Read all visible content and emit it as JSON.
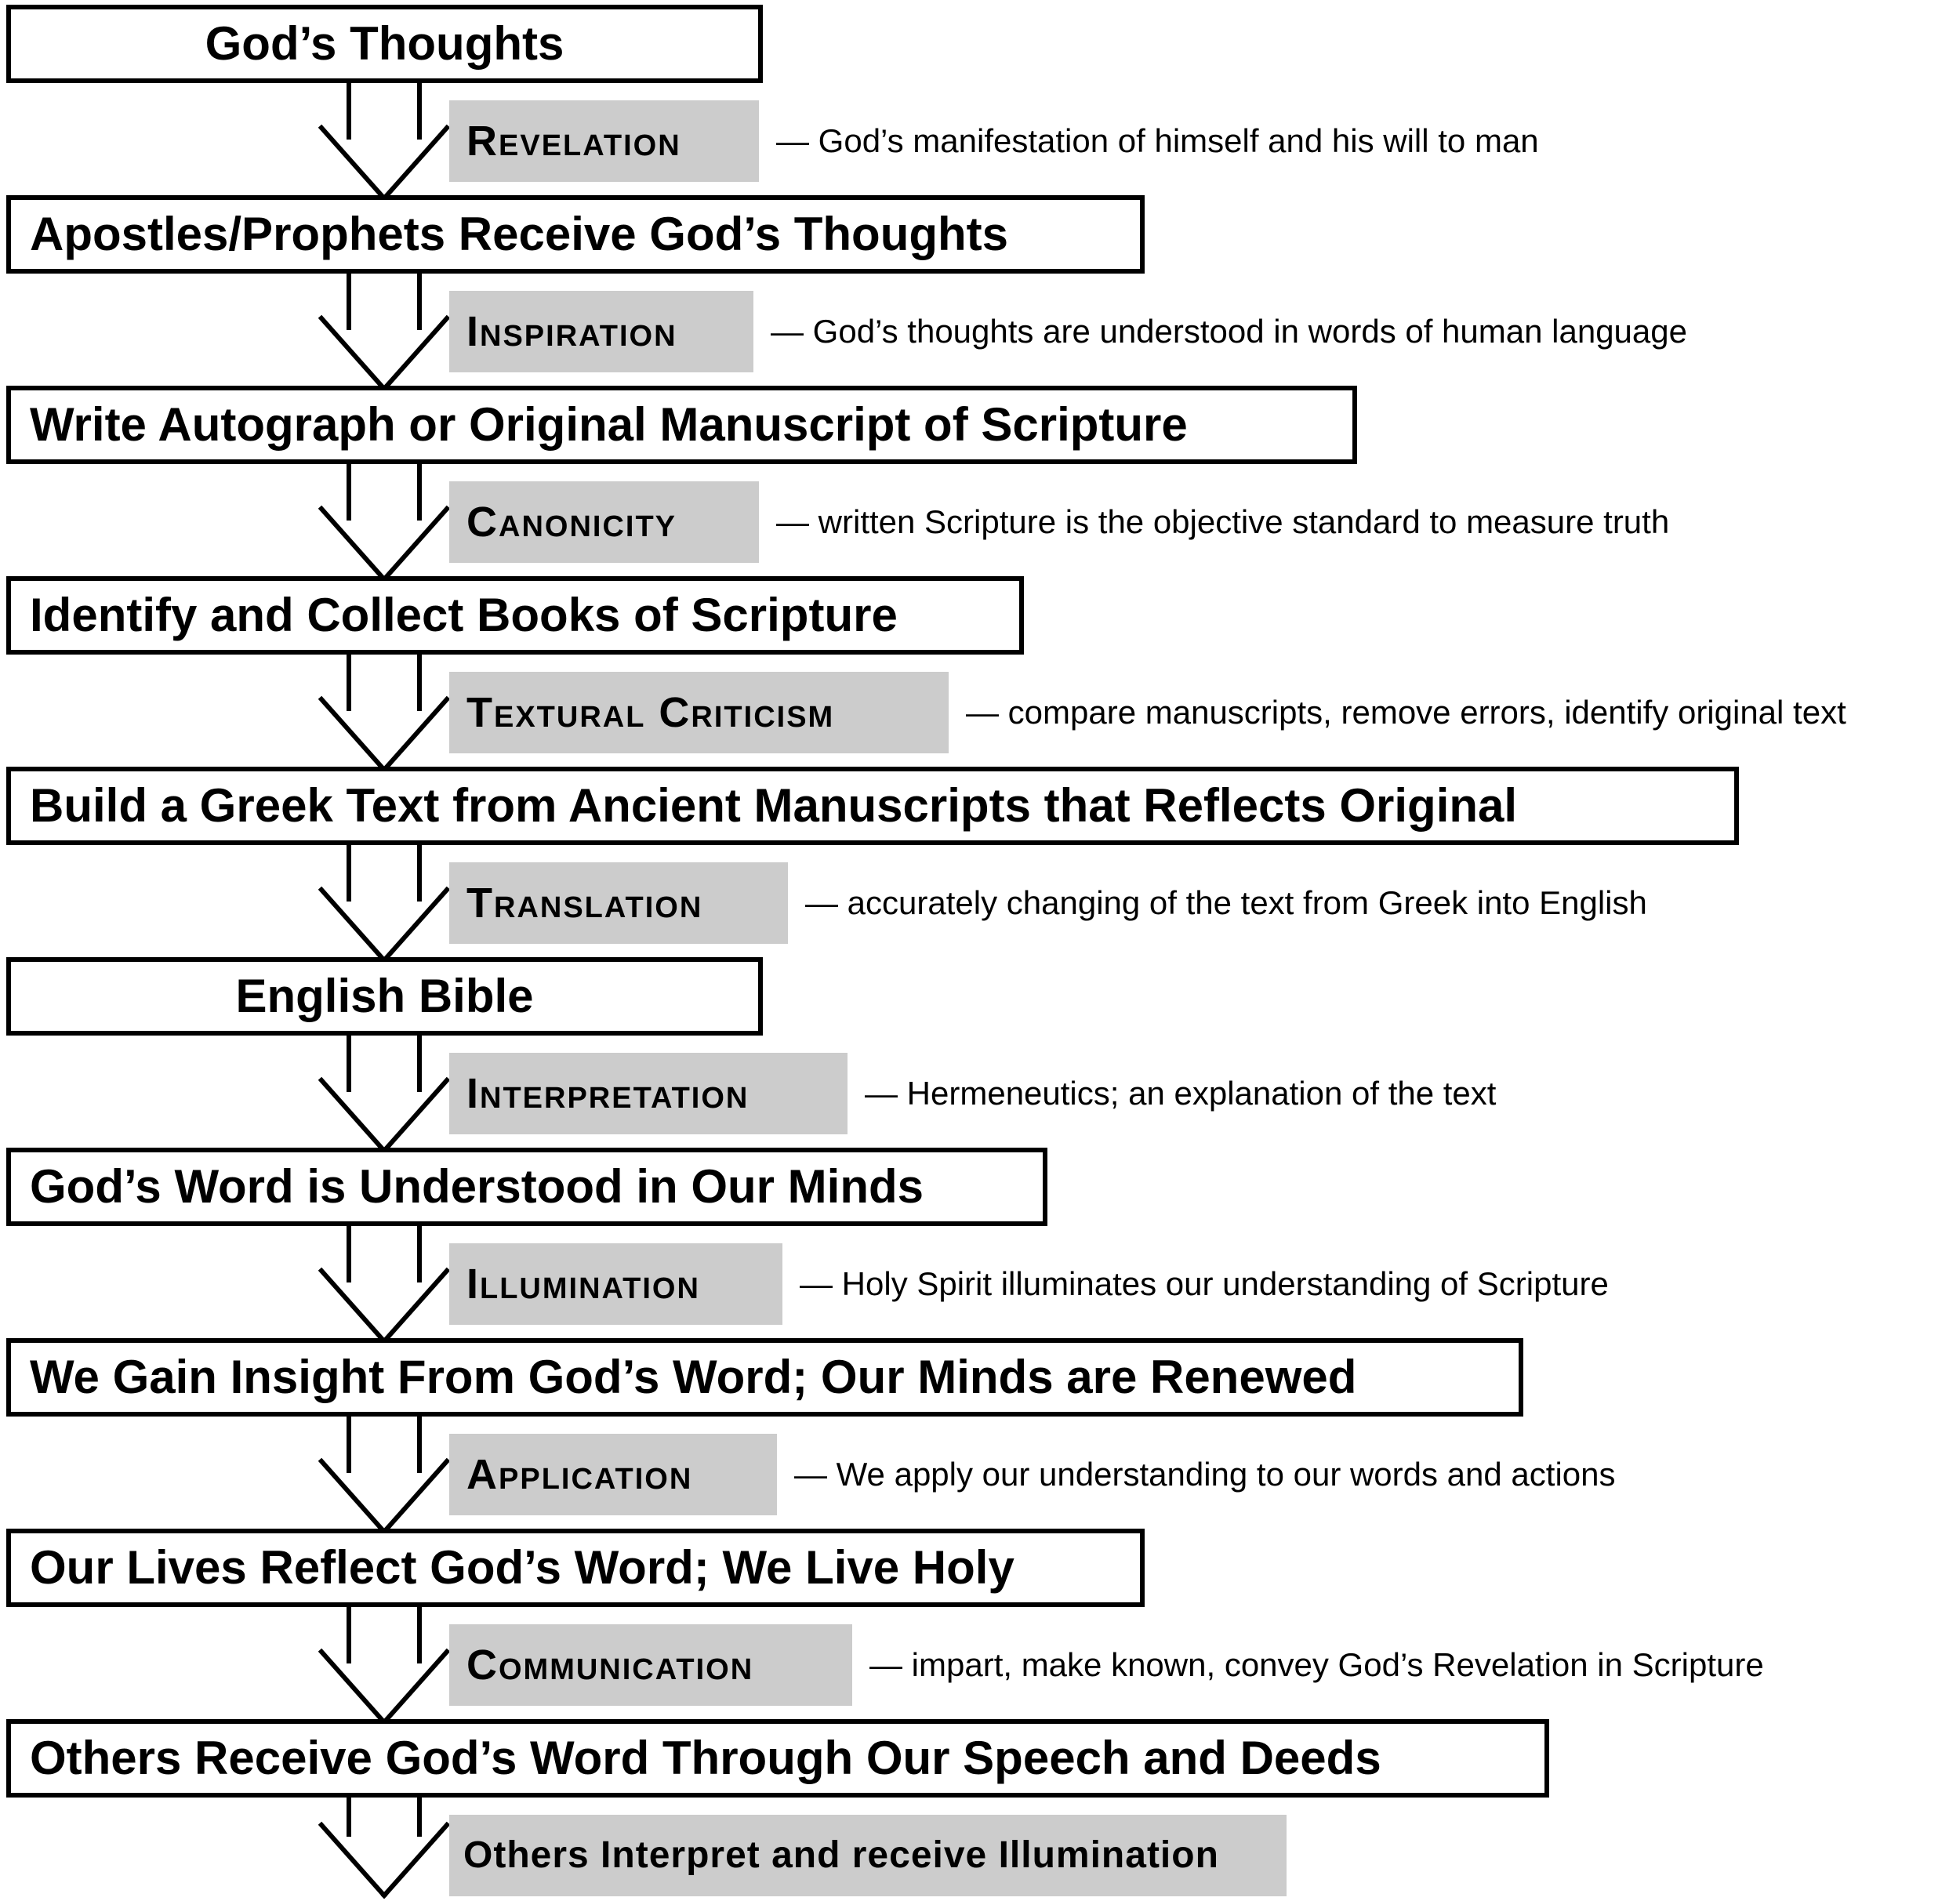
{
  "stages": [
    {
      "text": "God’s Thoughts"
    },
    {
      "text": "Apostles/Prophets Receive God’s Thoughts"
    },
    {
      "text": "Write Autograph or Original Manuscript of Scripture"
    },
    {
      "text": "Identify and Collect Books of Scripture"
    },
    {
      "text": "Build a Greek Text from Ancient Manuscripts that Reflects Original"
    },
    {
      "text": "English Bible"
    },
    {
      "text": "God’s Word is Understood in Our Minds"
    },
    {
      "text": "We Gain Insight From God’s Word; Our Minds are Renewed"
    },
    {
      "text": "Our Lives Reflect God’s Word; We Live Holy"
    },
    {
      "text": "Others Receive God’s Word Through Our Speech and Deeds"
    }
  ],
  "processes": [
    {
      "label": "Revelation",
      "definition": "— God’s manifestation of himself and his will to man"
    },
    {
      "label": "Inspiration",
      "definition": "— God’s thoughts are understood in words of human language"
    },
    {
      "label": "Canonicity",
      "definition": "— written Scripture is the objective standard to measure truth"
    },
    {
      "label": "Textural Criticism",
      "definition": "— compare manuscripts, remove errors,  identify original text"
    },
    {
      "label": "Translation",
      "definition": "— accurately changing of the text from Greek into English"
    },
    {
      "label": "Interpretation",
      "definition": "— Hermeneutics; an explanation of the text"
    },
    {
      "label": "Illumination",
      "definition": "— Holy Spirit illuminates our understanding of Scripture"
    },
    {
      "label": "Application",
      "definition": "— We apply our understanding to our words and actions"
    },
    {
      "label": "Communication",
      "definition": "— impart, make known, convey God’s Revelation in Scripture"
    },
    {
      "label": "Others Interpret and receive Illumination",
      "definition": ""
    }
  ],
  "colors": {
    "stroke": "#000000",
    "label_fill": "#cccccc",
    "box_fill": "#ffffff"
  }
}
